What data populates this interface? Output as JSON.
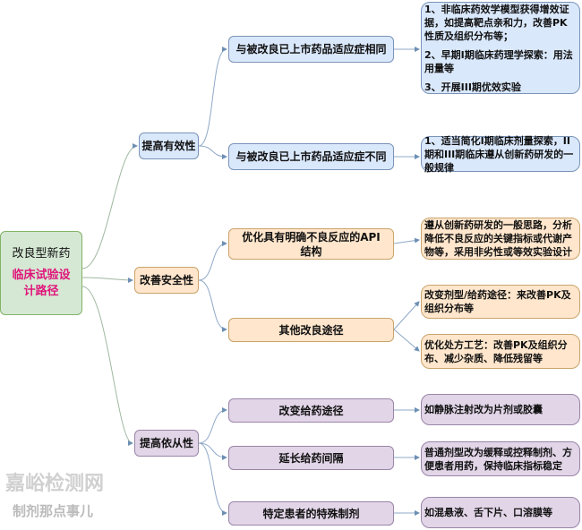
{
  "root": {
    "title": "改良型新药",
    "subtitle": "临床试验设计路径"
  },
  "branches": [
    {
      "label": "提高有效性",
      "children": [
        {
          "label": "与被改良已上市药品适应症相同",
          "detail": [
            "1、非临床药效学模型获得增效证据，如提高靶点亲和力，改善PK性质及组织分布等；",
            "2、早期I期临床药理学探索：用法用量等",
            "3、开展III期优效实验"
          ]
        },
        {
          "label": "与被改良已上市药品适应症不同",
          "detail": [
            "1、适当简化I期临床剂量探索，II期和III期临床遵从创新药研发的一般规律"
          ]
        }
      ]
    },
    {
      "label": "改善安全性",
      "children": [
        {
          "label": "优化具有明确不良反应的API结构",
          "detail": [
            "遵从创新药研发的一般思路，分析降低不良反应的关键指标或代谢产物等，采用非劣性或等效实验设计"
          ]
        },
        {
          "label": "其他改良途径",
          "detail": [
            "改变剂型/给药途径：来改善PK及组织分布等",
            "优化处方工艺：改善PK及组织分布、减少杂质、降低残留等"
          ]
        }
      ]
    },
    {
      "label": "提高依从性",
      "children": [
        {
          "label": "改变给药途径",
          "detail": [
            "如静脉注射改为片剂或胶囊"
          ]
        },
        {
          "label": "延长给药间隔",
          "detail": [
            "普通剂型改为缓释或控释制剂、方便患者用药，保持临床指标稳定"
          ]
        },
        {
          "label": "特定患者的特殊制剂",
          "detail": [
            "如混悬液、舌下片、口溶膜等"
          ]
        }
      ]
    }
  ],
  "watermark": {
    "line1": "嘉峪检测网",
    "line2": "制剂那点事儿"
  }
}
